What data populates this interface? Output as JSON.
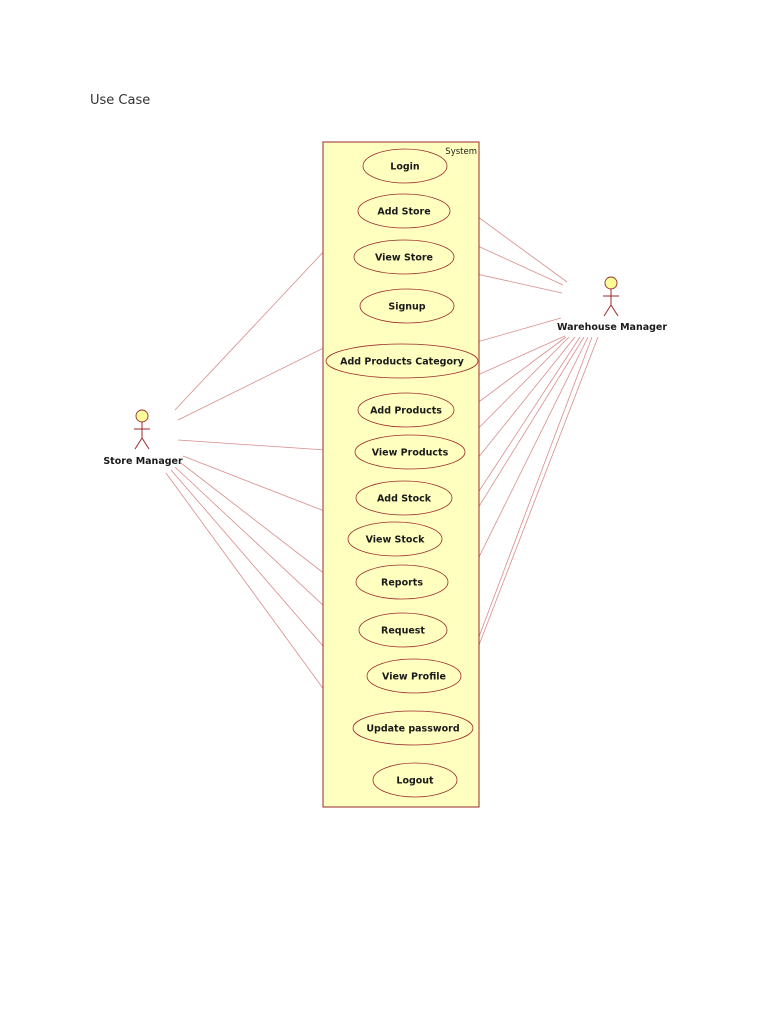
{
  "page": {
    "heading": "Use Case"
  },
  "diagram": {
    "system_label": "System",
    "colors": {
      "fill": "#ffffc0",
      "stroke": "#9c2a2a",
      "connector": "#d98c8c",
      "actor_head": "#ffff99"
    },
    "actors": [
      {
        "id": "store",
        "name": "Store Manager"
      },
      {
        "id": "warehouse",
        "name": "Warehouse Manager"
      }
    ],
    "use_cases": [
      {
        "id": "login",
        "label": "Login"
      },
      {
        "id": "add_store",
        "label": "Add Store"
      },
      {
        "id": "view_store",
        "label": "View Store"
      },
      {
        "id": "signup",
        "label": "Signup"
      },
      {
        "id": "add_products_category",
        "label": "Add Products Category"
      },
      {
        "id": "add_products",
        "label": "Add Products"
      },
      {
        "id": "view_products",
        "label": "View Products"
      },
      {
        "id": "add_stock",
        "label": "Add Stock"
      },
      {
        "id": "view_stock",
        "label": "View Stock"
      },
      {
        "id": "reports",
        "label": "Reports"
      },
      {
        "id": "request",
        "label": "Request"
      },
      {
        "id": "view_profile",
        "label": "View Profile"
      },
      {
        "id": "update_password",
        "label": "Update password"
      },
      {
        "id": "logout",
        "label": "Logout"
      }
    ],
    "associations": [
      {
        "actor": "store",
        "use_case": "login"
      },
      {
        "actor": "store",
        "use_case": "signup"
      },
      {
        "actor": "store",
        "use_case": "view_products"
      },
      {
        "actor": "store",
        "use_case": "view_stock"
      },
      {
        "actor": "store",
        "use_case": "request"
      },
      {
        "actor": "store",
        "use_case": "view_profile"
      },
      {
        "actor": "store",
        "use_case": "update_password"
      },
      {
        "actor": "store",
        "use_case": "logout"
      },
      {
        "actor": "warehouse",
        "use_case": "login"
      },
      {
        "actor": "warehouse",
        "use_case": "add_store"
      },
      {
        "actor": "warehouse",
        "use_case": "view_store"
      },
      {
        "actor": "warehouse",
        "use_case": "add_products_category"
      },
      {
        "actor": "warehouse",
        "use_case": "add_products"
      },
      {
        "actor": "warehouse",
        "use_case": "view_products"
      },
      {
        "actor": "warehouse",
        "use_case": "add_stock"
      },
      {
        "actor": "warehouse",
        "use_case": "view_stock"
      },
      {
        "actor": "warehouse",
        "use_case": "reports"
      },
      {
        "actor": "warehouse",
        "use_case": "request"
      },
      {
        "actor": "warehouse",
        "use_case": "view_profile"
      },
      {
        "actor": "warehouse",
        "use_case": "update_password"
      },
      {
        "actor": "warehouse",
        "use_case": "logout"
      }
    ]
  }
}
